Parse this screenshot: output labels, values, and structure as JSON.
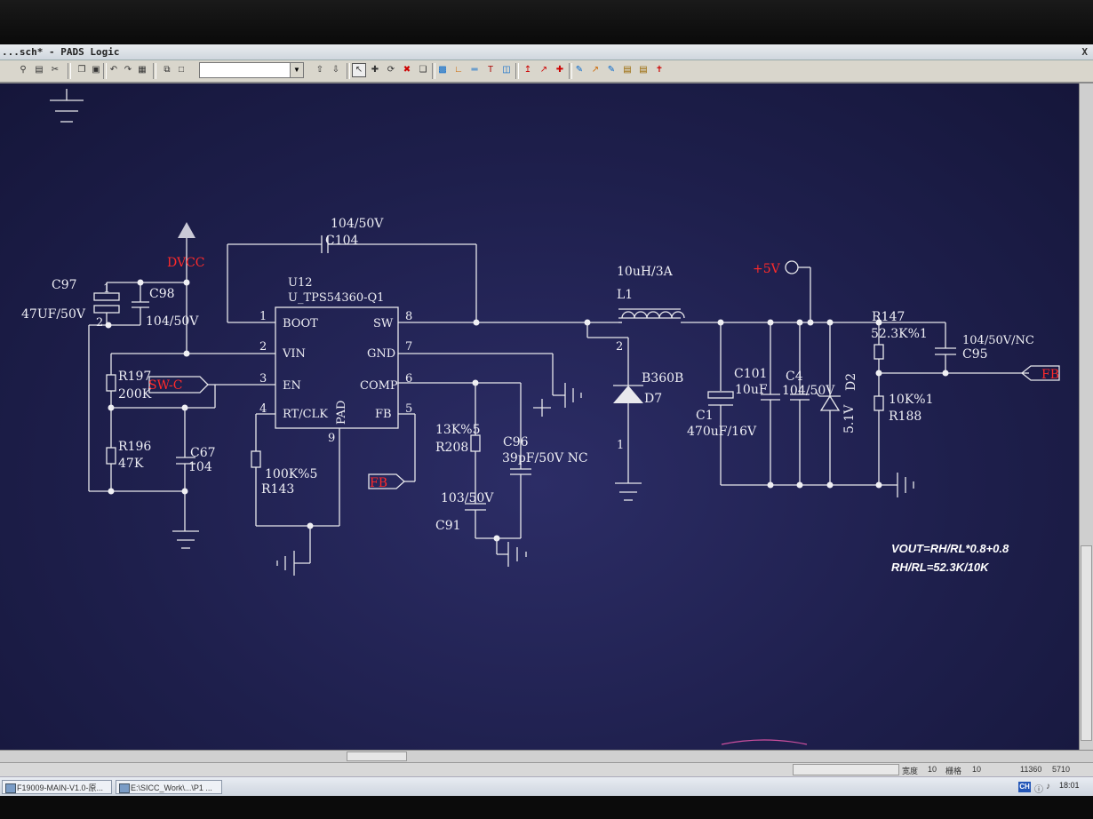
{
  "window": {
    "title": "...sch* - PADS Logic",
    "close_label": "X"
  },
  "toolbar": {
    "combo_value": "",
    "icons": [
      "zoom-icon",
      "print-icon",
      "cut-icon",
      "copy-icon",
      "paste-icon",
      "undo-icon",
      "redo-icon",
      "grid-icon",
      "select-icon",
      "move-icon",
      "rotate-icon",
      "delete-icon",
      "copy-part-icon",
      "add-part-icon",
      "add-wire-icon",
      "add-bus-icon",
      "add-text-icon",
      "add-field-icon",
      "split-icon",
      "merge-icon",
      "connect-icon",
      "label-icon",
      "pin-icon",
      "help-icon"
    ]
  },
  "schematic": {
    "net_dvcc": "DVCC",
    "net_5v": "+5V",
    "offpage_swc": "SW-C",
    "offpage_fb_left": "FB",
    "offpage_fb_right": "FB",
    "ic_ref": "U12",
    "ic_part": "U_TPS54360-Q1",
    "pins_left": [
      {
        "num": "1",
        "name": "BOOT"
      },
      {
        "num": "2",
        "name": "VIN"
      },
      {
        "num": "3",
        "name": "EN"
      },
      {
        "num": "4",
        "name": "RT/CLK"
      }
    ],
    "pins_right": [
      {
        "num": "8",
        "name": "SW"
      },
      {
        "num": "7",
        "name": "GND"
      },
      {
        "num": "6",
        "name": "COMP"
      },
      {
        "num": "5",
        "name": "FB"
      }
    ],
    "pin_pad_num": "9",
    "pin_pad_name": "PAD",
    "c104_value": "104/50V",
    "c104_ref": "C104",
    "c97_ref": "C97",
    "c97_value": "47UF/50V",
    "c97_pin1": "1",
    "c97_pin2": "2",
    "c98_ref": "C98",
    "c98_value": "104/50V",
    "r197_ref": "R197",
    "r197_value": "200K",
    "r196_ref": "R196",
    "r196_value": "47K",
    "c67_ref": "C67",
    "c67_value": "104",
    "r143_value": "100K%5",
    "r143_ref": "R143",
    "r208_value": "13K%5",
    "r208_ref": "R208",
    "c96_ref": "C96",
    "c96_value": "39pF/50V NC",
    "c91_value": "103/50V",
    "c91_ref": "C91",
    "l1_value": "10uH/3A",
    "l1_ref": "L1",
    "d7_part": "B360B",
    "d7_ref": "D7",
    "d7_pin2": "2",
    "d7_pin1": "1",
    "c1_ref": "C1",
    "c1_value": "470uF/16V",
    "c101_ref": "C101",
    "c101_value": "10uF",
    "c4_ref": "C4",
    "c4_value": "104/50V",
    "d2_ref": "D2",
    "d2_value": "5.1V",
    "r147_ref": "R147",
    "r147_value": "52.3K%1",
    "c95_value": "104/50V/NC",
    "c95_ref": "C95",
    "r188_value": "10K%1",
    "r188_ref": "R188",
    "formula_line1": "VOUT=RH/RL*0.8+0.8",
    "formula_line2": "RH/RL=52.3K/10K"
  },
  "statusbar": {
    "width_label": "宽度",
    "width_value": "10",
    "grid_label": "栅格",
    "grid_value": "10",
    "coord_x": "11360",
    "coord_y": "5710"
  },
  "taskbar": {
    "task1": "F19009-MAIN-V1.0-原...",
    "task2": "E:\\SICC_Work\\...\\P1 ...",
    "ime": "CH",
    "time": "18:01"
  }
}
